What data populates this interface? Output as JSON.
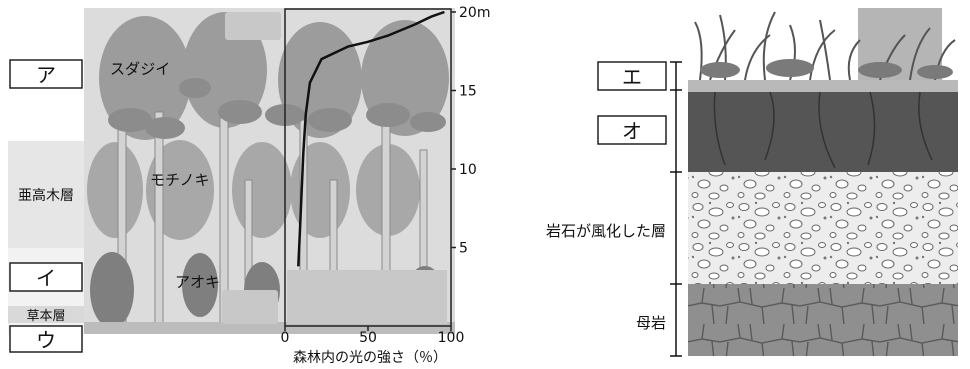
{
  "forest": {
    "layers": {
      "a_label": "ア",
      "subtree_layer": "亜高木層",
      "i_label": "イ",
      "herb_layer": "草本層",
      "u_label": "ウ"
    },
    "trees": {
      "sudajii": "スダジイ",
      "mochinoki": "モチノキ",
      "aoki": "アオキ"
    },
    "light_chart": {
      "xlabel": "森林内の光の強さ（％）",
      "x_ticks": [
        "0",
        "50",
        "100"
      ],
      "y_ticks": [
        "5",
        "10",
        "15",
        "20m"
      ]
    }
  },
  "soil": {
    "e_label": "エ",
    "o_label": "オ",
    "weathered_rock": "岩石が風化した層",
    "bedrock": "母岩"
  },
  "chart_data": {
    "type": "line",
    "xlabel": "森林内の光の強さ（％）",
    "ylabel": "",
    "xlim": [
      0,
      100
    ],
    "ylim": [
      0,
      20
    ],
    "x_ticks": [
      0,
      50,
      100
    ],
    "y_ticks": [
      5,
      10,
      15,
      20
    ],
    "series": [
      {
        "points": [
          [
            8,
            3.8
          ],
          [
            9,
            6
          ],
          [
            10,
            8.5
          ],
          [
            11,
            11
          ],
          [
            12.5,
            13.5
          ],
          [
            15,
            15.5
          ],
          [
            22,
            17
          ],
          [
            38,
            17.8
          ],
          [
            50,
            18.1
          ],
          [
            62,
            18.5
          ],
          [
            78,
            19.2
          ],
          [
            88,
            19.7
          ],
          [
            96,
            20
          ]
        ]
      }
    ]
  }
}
